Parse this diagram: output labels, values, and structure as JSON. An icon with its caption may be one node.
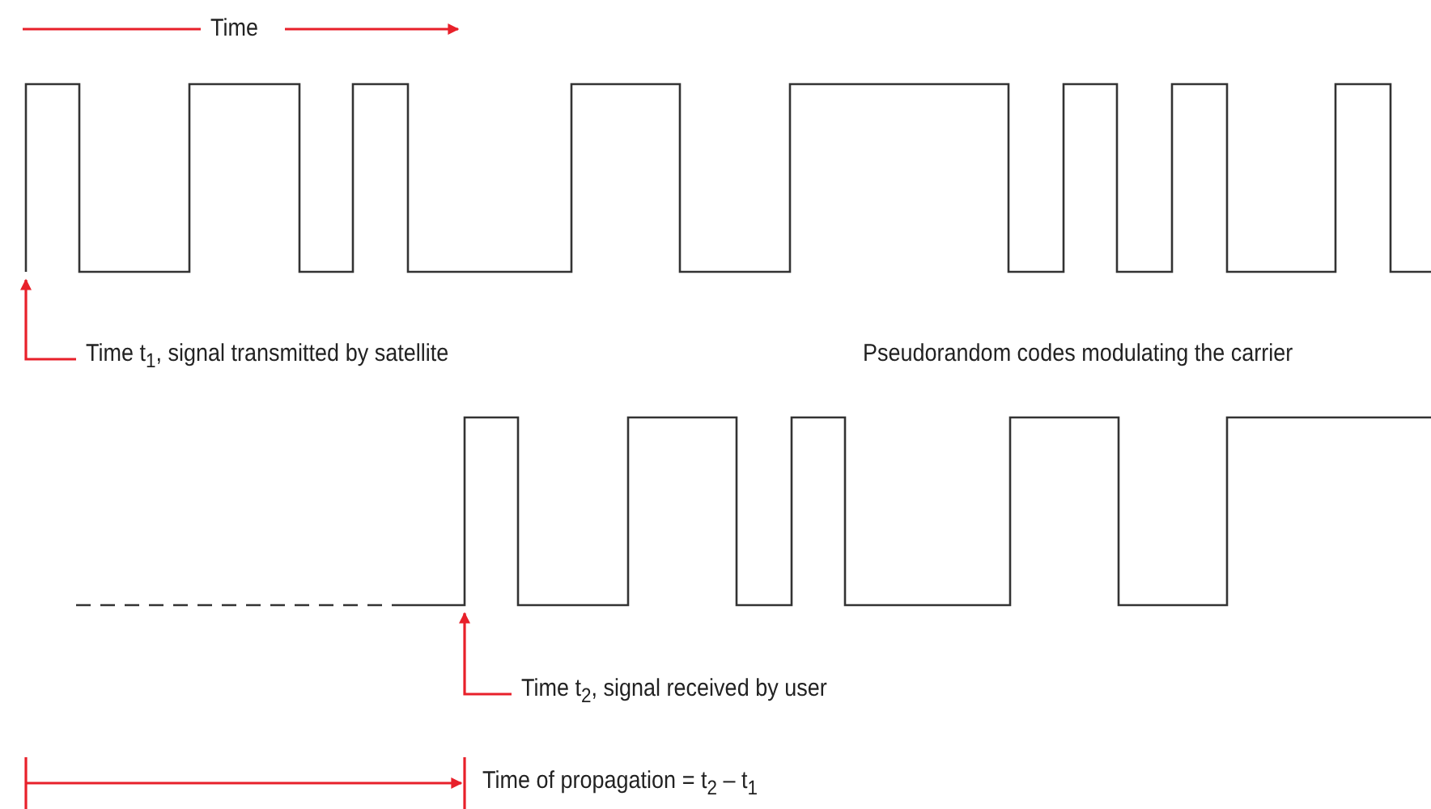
{
  "diagram": {
    "nodes": [
      {
        "text": [
          "Time t$_{1}$, signal transmitted by satellite"
        ]
      },
      {
        "text": [
          "Time t$_{2}$, signal received by user"
        ]
      }
    ],
    "edges": [
      {
        "from": 0,
        "to": null,
        "arrow": "to"
      },
      {
        "from": 1,
        "to": null,
        "arrow": "to"
      }
    ],
    "labels": [
      "Time",
      "Pseudorandom codes modulating the carrier",
      "Time of propagation = t$_{2}$ – t$_{1}$"
    ]
  }
}
